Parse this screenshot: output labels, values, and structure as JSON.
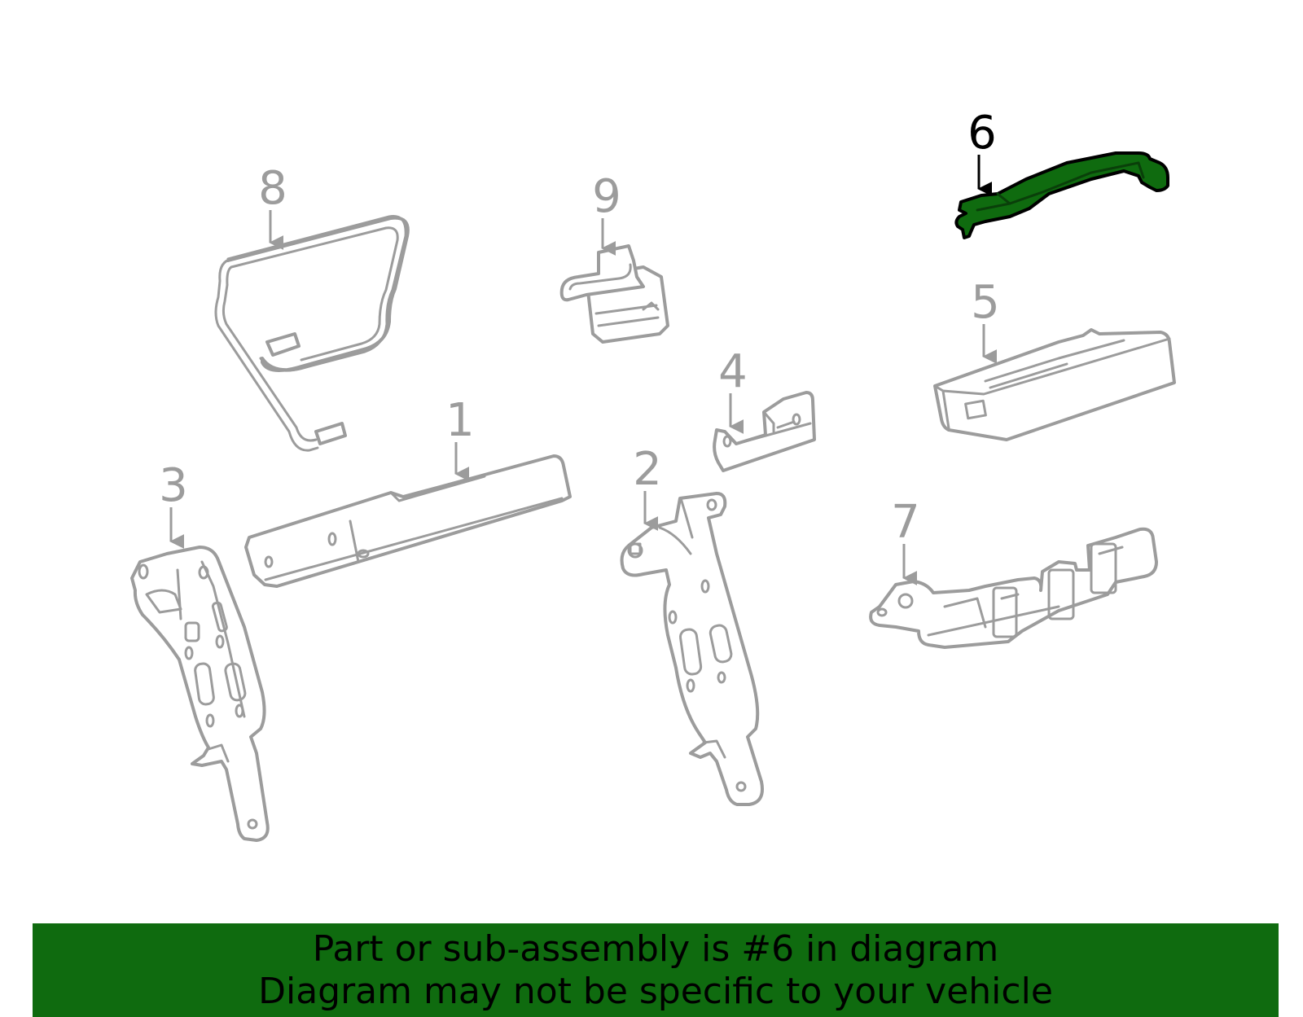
{
  "diagram": {
    "highlight_color": "#0f6b0f",
    "part_stroke_color": "#9c9c9c",
    "callouts": {
      "c1": "1",
      "c2": "2",
      "c3": "3",
      "c4": "4",
      "c5": "5",
      "c6": "6",
      "c7": "7",
      "c8": "8",
      "c9": "9"
    },
    "highlighted_callout": "6"
  },
  "banner": {
    "line1": "Part or sub-assembly is #6 in diagram",
    "line2": "Diagram may not be specific to your vehicle",
    "background": "#0f6b0f"
  }
}
